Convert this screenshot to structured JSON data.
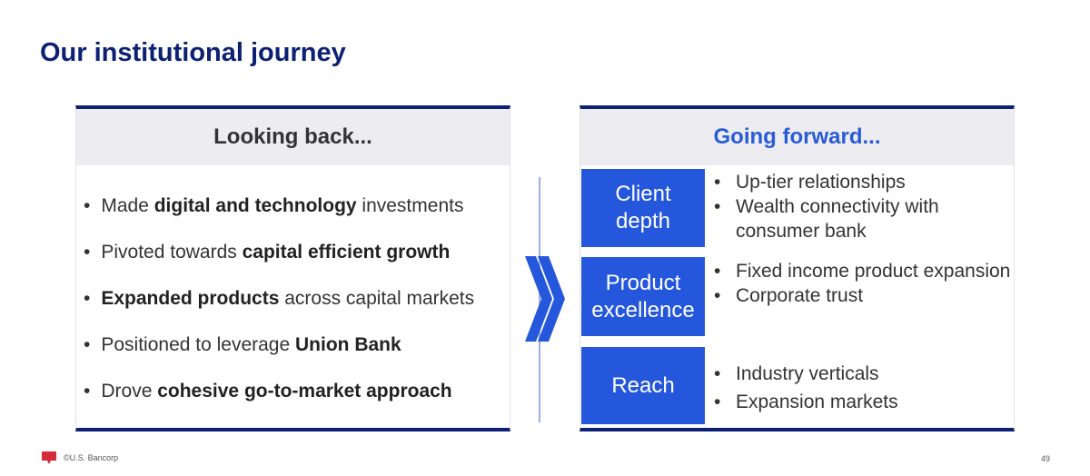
{
  "title": "Our institutional journey",
  "left": {
    "header": "Looking back...",
    "bullets": [
      {
        "pre": "Made ",
        "bold": "digital and technology",
        "post": " investments"
      },
      {
        "pre": "Pivoted towards ",
        "bold": "capital efficient growth",
        "post": ""
      },
      {
        "pre": "",
        "bold": "Expanded products",
        "post": " across capital markets"
      },
      {
        "pre": "Positioned to leverage ",
        "bold": "Union Bank",
        "post": ""
      },
      {
        "pre": "Drove ",
        "bold": "cohesive go-to-market approach",
        "post": ""
      }
    ]
  },
  "right": {
    "header": "Going forward...",
    "rows": [
      {
        "label": "Client depth",
        "items": [
          "Up-tier relationships",
          "Wealth connectivity with consumer bank"
        ]
      },
      {
        "label": "Product excellence",
        "items": [
          "Fixed income product expansion",
          "Corporate trust"
        ]
      },
      {
        "label": "Reach",
        "items": [
          "Industry verticals",
          "Expansion markets"
        ]
      }
    ]
  },
  "footer": {
    "copyright": "©U.S. Bancorp",
    "page": "49"
  },
  "colors": {
    "navy": "#0c2074",
    "blue": "#2557dc",
    "logo_red": "#d52b3a"
  }
}
